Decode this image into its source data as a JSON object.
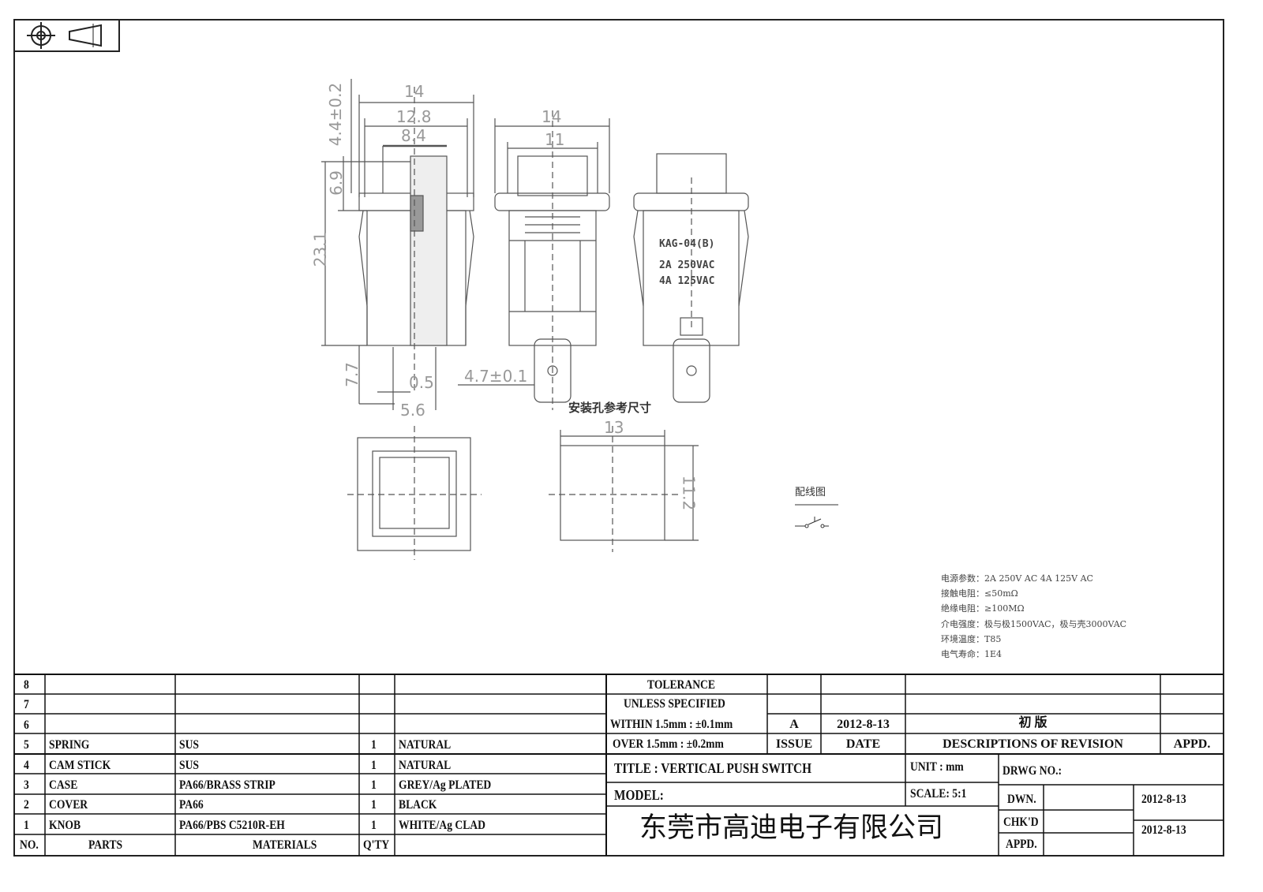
{
  "drawing": {
    "dimensions": {
      "side_width_14": "14",
      "side_width_12_8": "12.8",
      "side_width_8_4": "8.4",
      "knob_height": "4.4±0.2",
      "knob_travel": "6.9",
      "body_height": "23.1",
      "terminal_length": "7.7",
      "terminal_thickness": "0.5",
      "terminal_spacing": "5.6",
      "front_width_14": "14",
      "front_width_11": "11",
      "terminal_width": "4.7±0.1",
      "cutout_width": "13",
      "cutout_height": "11.2"
    },
    "body_marking": [
      "KAG-04(B)",
      "2A 250VAC",
      "4A 125VAC"
    ],
    "mounting_hole_label": "安装孔参考尺寸",
    "wiring_label": "配线图"
  },
  "specs": [
    "电源参数：2A 250V AC   4A 125V AC",
    "接触电阻：≤50mΩ",
    "绝缘电阻：≥100MΩ",
    "介电强度：极与极1500VAC，极与壳3000VAC",
    "环境温度：T85",
    "电气寿命：1E4"
  ],
  "parts_table": {
    "headers": {
      "no": "NO.",
      "parts": "PARTS",
      "materials": "MATERIALS",
      "qty": "Q'TY",
      "finish": ""
    },
    "rows": [
      {
        "no": "8",
        "part": "",
        "material": "",
        "qty": "",
        "finish": ""
      },
      {
        "no": "7",
        "part": "",
        "material": "",
        "qty": "",
        "finish": ""
      },
      {
        "no": "6",
        "part": "",
        "material": "",
        "qty": "",
        "finish": ""
      },
      {
        "no": "5",
        "part": "SPRING",
        "material": "SUS",
        "qty": "1",
        "finish": "NATURAL"
      },
      {
        "no": "4",
        "part": "CAM STICK",
        "material": "SUS",
        "qty": "1",
        "finish": "NATURAL"
      },
      {
        "no": "3",
        "part": "CASE",
        "material": "PA66/BRASS STRIP",
        "qty": "1",
        "finish": "GREY/Ag PLATED"
      },
      {
        "no": "2",
        "part": "COVER",
        "material": "PA66",
        "qty": "1",
        "finish": "BLACK"
      },
      {
        "no": "1",
        "part": "KNOB",
        "material": "PA66/PBS C5210R-EH",
        "qty": "1",
        "finish": "WHITE/Ag CLAD"
      }
    ]
  },
  "title_block": {
    "tolerance_1": "TOLERANCE",
    "tolerance_2": "UNLESS   SPECIFIED",
    "within": "WITHIN 1.5mm : ±0.1mm",
    "over": "OVER 1.5mm : ±0.2mm",
    "issue_value": "A",
    "date_value": "2012-8-13",
    "revision_value": "初  版",
    "issue_label": "ISSUE",
    "date_label": "DATE",
    "revision_label": "DESCRIPTIONS OF REVISION",
    "appd_label": "APPD.",
    "title": "TITLE :  VERTICAL PUSH SWITCH",
    "unit": "UNIT :  mm",
    "drwg_no": "DRWG NO.:",
    "model": "MODEL:",
    "scale": "SCALE:  5:1",
    "company": "东莞市高迪电子有限公司",
    "dwn": "DWN.",
    "dwn_date": "2012-8-13",
    "chkd": "CHK'D",
    "chkd_date": "2012-8-13",
    "appd": "APPD."
  }
}
